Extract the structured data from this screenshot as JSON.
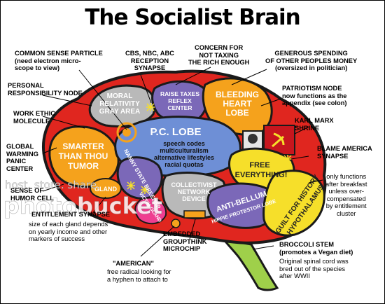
{
  "title": "The Socialist Brain",
  "labels": {
    "common_sense": "COMMON SENSE PARTICLE\n(need electron micro-\nscope to view)",
    "cbs": "CBS, NBC, ABC\nRECEPTION\nSYNAPSE",
    "concern": "CONCERN FOR\nNOT TAXING\nTHE RICH ENOUGH",
    "generous": "GENEROUS SPENDING\nOF OTHER PEOPLES MONEY\n(oversized in politician)",
    "personal": "PERSONAL\nRESPONSIBILITY NODE",
    "patriotism": "PATRIOTISM NODE\nnow functions as the\nappendix (see colon)",
    "work_ethic": "WORK ETHIC\nMOLECULE",
    "karl_marx": "KARL MARX\nSHRINE",
    "global_warming": "GLOBAL\nWARMING\nPANIC\nCENTER",
    "blame_america": "BLAME AMERICA\nSYNAPSE",
    "sense_humor": "SENSE OF\nHUMOR CELL",
    "only_functions": "only functions\nafter breakfast\nunless over-\ncompensated\nby entitlement\ncluster",
    "entitlement": "ENTITLEMENT SYNAPSE",
    "entitlement_sub": "size of each gland depends\non yearly income and other\nmarkers of success",
    "embedded": "EMBEDDED\nGROUPTHINK\nMICROCHIP",
    "broccoli": "BROCCOLI STEM\n(promotes a Vegan diet)",
    "spinal": "Original spinal cord was\nbred out of the species\nafter WWII",
    "american": "\"AMERICAN\"",
    "american_sub": "free radical looking for\na hyphen to attach to"
  },
  "lobes": {
    "moral": [
      "MORAL",
      "RELATIVITY",
      "GRAY AREA"
    ],
    "raise": [
      "RAISE TAXES",
      "REFLEX",
      "CENTER"
    ],
    "bleeding": [
      "BLEEDING",
      "HEART",
      "LOBE"
    ],
    "smarter": [
      "SMARTER",
      "THAN THOU",
      "TUMOR"
    ],
    "pc_title": "P.C. LOBE",
    "pc_items": [
      "speech codes",
      "multiculturalism",
      "alternative lifestyles",
      "racial quotas"
    ],
    "free": [
      "FREE",
      "EVERYTHING!"
    ],
    "nanny": "NANNY STATE BREEDER",
    "collectivist": [
      "COLLECTIVIST",
      "NETWORK",
      "DEVICE"
    ],
    "anti_bellum": "ANTI-BELLUM",
    "hippie": "HIPPIE PROTESTOR LOBE",
    "guilt": [
      "GUILT FOR HISTORY",
      "HYPOTHALAMUS"
    ],
    "gland": "GLAND",
    "victim": "VICTIM GLAND"
  },
  "watermark": {
    "line1": "host. store. share.",
    "line2": "photobucket"
  },
  "colors": {
    "outline": "#1a1a1a",
    "brain_red": "#e0261f",
    "orange": "#f5a21c",
    "gray": "#b9b9b9",
    "purple": "#7b68b8",
    "blue": "#6e8fd6",
    "pink": "#ef3e91",
    "yellow": "#f6df2a",
    "green": "#9fd04a",
    "dark_red": "#c7161e"
  }
}
